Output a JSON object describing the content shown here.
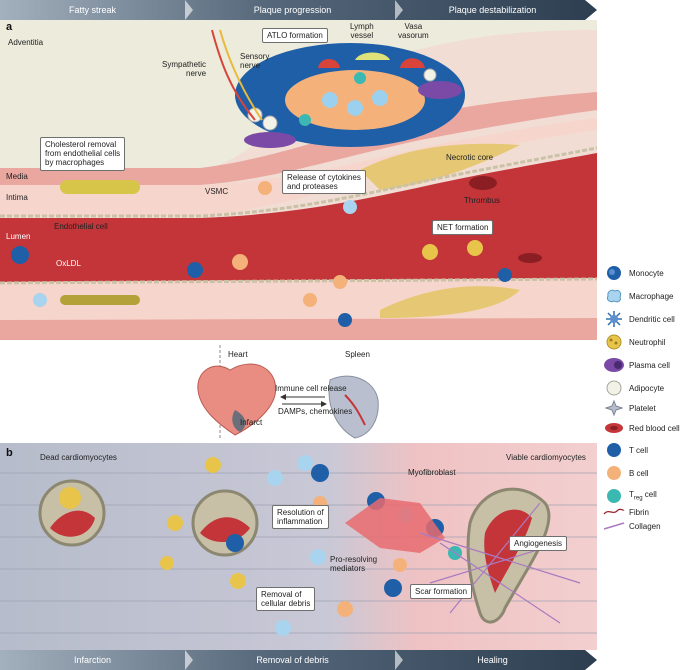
{
  "colors": {
    "lumen": "#c4353a",
    "intima": "#f3cfc8",
    "adventitia": "#eeeede",
    "necrotic": "#e9cc78",
    "tcell": "#1f5fa8",
    "bcell": "#f4b27a",
    "treg": "#3bb8b2",
    "plasma": "#7a4aa6",
    "macrophage": "#a9d4ef",
    "banner_dark": "#34495e",
    "banner_light": "#95a3b1"
  },
  "panel_a": {
    "letter": "a",
    "banners": [
      "Fatty streak",
      "Plaque progression",
      "Plaque destabilization"
    ],
    "labels": {
      "adventitia": "Adventitia",
      "sympathetic_nerve": "Sympathetic\nnerve",
      "sensory_nerve": "Sensory\nnerve",
      "atlo": "ATLO formation",
      "lymph_vessel": "Lymph\nvessel",
      "vasa_vasorum": "Vasa\nvasorum",
      "cholesterol_removal": "Cholesterol removal\nfrom endothelial cells\nby macrophages",
      "necrotic_core": "Necrotic core",
      "media": "Media",
      "intima": "Intima",
      "vsmc": "VSMC",
      "cytokines": "Release of cytokines\nand proteases",
      "thrombus": "Thrombus",
      "endothelial_cell": "Endothelial cell",
      "lumen": "Lumen",
      "net_formation": "NET formation",
      "oxldl": "OxLDL"
    }
  },
  "middle": {
    "heart": "Heart",
    "spleen": "Spleen",
    "infarct": "Infarct",
    "immune_release": "Immune cell release",
    "damps": "DAMPs, chemokines"
  },
  "panel_b": {
    "letter": "b",
    "banners": [
      "Infarction",
      "Removal of debris",
      "Healing"
    ],
    "labels": {
      "dead": "Dead cardiomyocytes",
      "viable": "Viable cardiomyocytes",
      "myofibroblast": "Myofibroblast",
      "resolution": "Resolution of\ninflammation",
      "proresolving": "Pro-resolving\nmediators",
      "angiogenesis": "Angiogenesis",
      "removal": "Removal of\ncellular debris",
      "scar": "Scar formation"
    }
  },
  "legend": [
    {
      "icon": "monocyte-icon",
      "label": "Monocyte"
    },
    {
      "icon": "macrophage-icon",
      "label": "Macrophage"
    },
    {
      "icon": "dendritic-cell-icon",
      "label": "Dendritic cell"
    },
    {
      "icon": "neutrophil-icon",
      "label": "Neutrophil"
    },
    {
      "icon": "plasma-cell-icon",
      "label": "Plasma cell"
    },
    {
      "icon": "adipocyte-icon",
      "label": "Adipocyte"
    },
    {
      "icon": "platelet-icon",
      "label": "Platelet"
    },
    {
      "icon": "red-blood-cell-icon",
      "label": "Red blood cell"
    },
    {
      "icon": "t-cell-icon",
      "label": "T cell"
    },
    {
      "icon": "b-cell-icon",
      "label": "B cell"
    },
    {
      "icon": "treg-cell-icon",
      "label": "T",
      "sub": "reg",
      "suffix": " cell"
    },
    {
      "icon": "fibrin-icon",
      "label": "Fibrin"
    },
    {
      "icon": "collagen-icon",
      "label": "Collagen"
    }
  ]
}
